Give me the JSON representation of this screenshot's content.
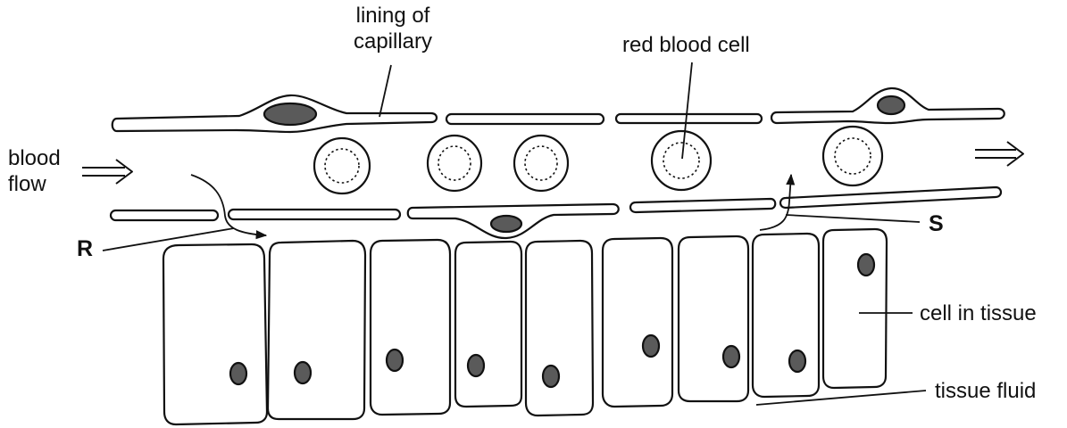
{
  "labels": {
    "lining_line1": "lining of",
    "lining_line2": "capillary",
    "red_blood_cell": "red blood cell",
    "blood_line1": "blood",
    "blood_line2": "flow",
    "r": "R",
    "s": "S",
    "cell_in_tissue": "cell in tissue",
    "tissue_fluid": "tissue fluid"
  },
  "colors": {
    "stroke": "#111111",
    "nucleus": "#5a5a5a",
    "background": "#ffffff"
  }
}
